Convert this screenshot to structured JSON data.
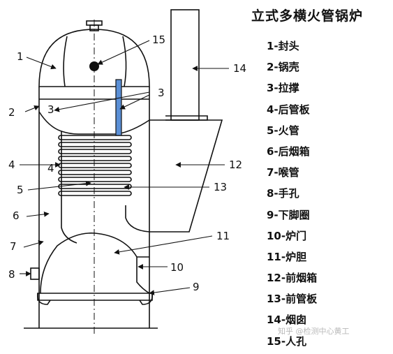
{
  "title": "立式多横火管锅炉",
  "legend": [
    "1-封头",
    "2-锅壳",
    "3-拉撑",
    "4-后管板",
    "5-火管",
    "6-后烟箱",
    "7-喉管",
    "8-手孔",
    "9-下脚圈",
    "10-炉门",
    "11-炉胆",
    "12-前烟箱",
    "13-前管板",
    "14-烟囱",
    "15-人孔"
  ],
  "callouts": {
    "c1": "1",
    "c2": "2",
    "c3a": "3",
    "c3b": "3",
    "c4a": "4",
    "c4b": "4",
    "c5": "5",
    "c6": "6",
    "c7": "7",
    "c8": "8",
    "c9": "9",
    "c10": "10",
    "c11": "11",
    "c12": "12",
    "c13": "13",
    "c14": "14",
    "c15": "15"
  },
  "watermark": "知乎 @检测中心黄工",
  "colors": {
    "outline": "#111111",
    "stay_rod": "#5a8fd6"
  }
}
